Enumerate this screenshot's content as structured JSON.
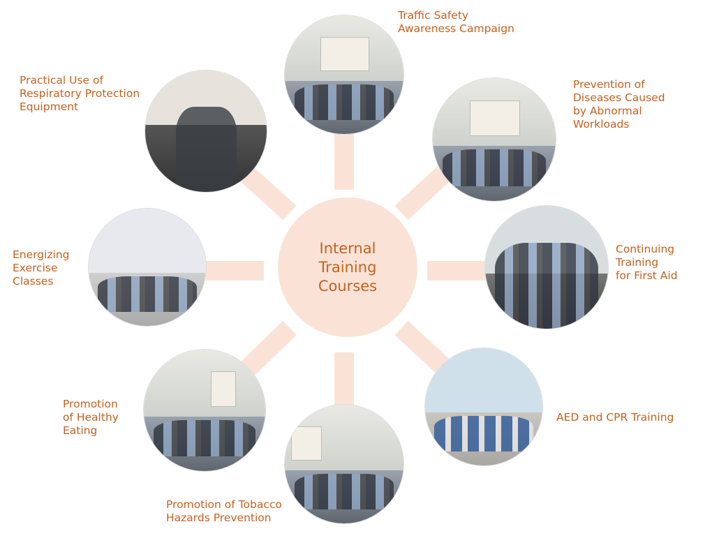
{
  "center": {
    "lines": [
      "Internal",
      "Training",
      "Courses"
    ]
  },
  "courses": [
    {
      "lines": [
        "Traffic Safety",
        "Awareness Campaign"
      ]
    },
    {
      "lines": [
        "Prevention of",
        "Diseases Caused",
        "by Abnormal",
        "Workloads"
      ]
    },
    {
      "lines": [
        "Continuing",
        "Training",
        "for First Aid"
      ]
    },
    {
      "lines": [
        "AED and CPR Training"
      ]
    },
    {
      "lines": [
        "Promotion of Tobacco",
        "Hazards Prevention"
      ]
    },
    {
      "lines": [
        "Promotion",
        "of Healthy",
        "Eating"
      ]
    },
    {
      "lines": [
        "Energizing",
        "Exercise",
        "Classes"
      ]
    },
    {
      "lines": [
        "Practical Use of",
        "Respiratory Protection",
        "Equipment"
      ]
    }
  ],
  "colors": {
    "accent": "#C8601E",
    "fill": "#FAE3D6"
  }
}
